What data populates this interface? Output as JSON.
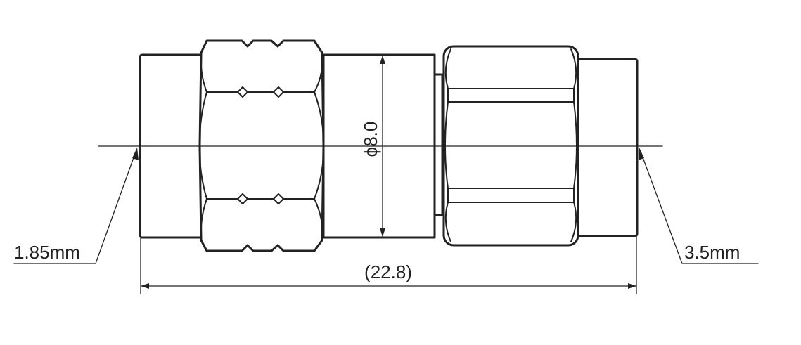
{
  "labels": {
    "left_connector": "1.85mm",
    "right_connector": "3.5mm",
    "overall_length": "(22.8)",
    "diameter": "ϕ8.0"
  },
  "colors": {
    "line": "#222222",
    "background": "#ffffff"
  }
}
